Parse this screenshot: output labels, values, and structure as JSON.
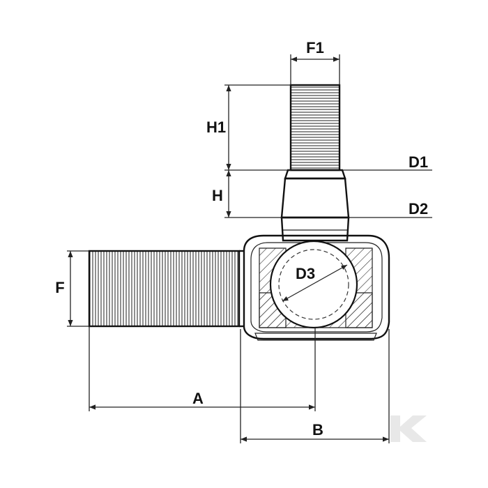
{
  "labels": {
    "f1": "F1",
    "h1": "H1",
    "h": "H",
    "d1": "D1",
    "d2": "D2",
    "d3": "D3",
    "f": "F",
    "a": "A",
    "b": "B"
  },
  "colors": {
    "line": "#111111",
    "background": "#ffffff",
    "watermark": "#d9d9d9"
  }
}
